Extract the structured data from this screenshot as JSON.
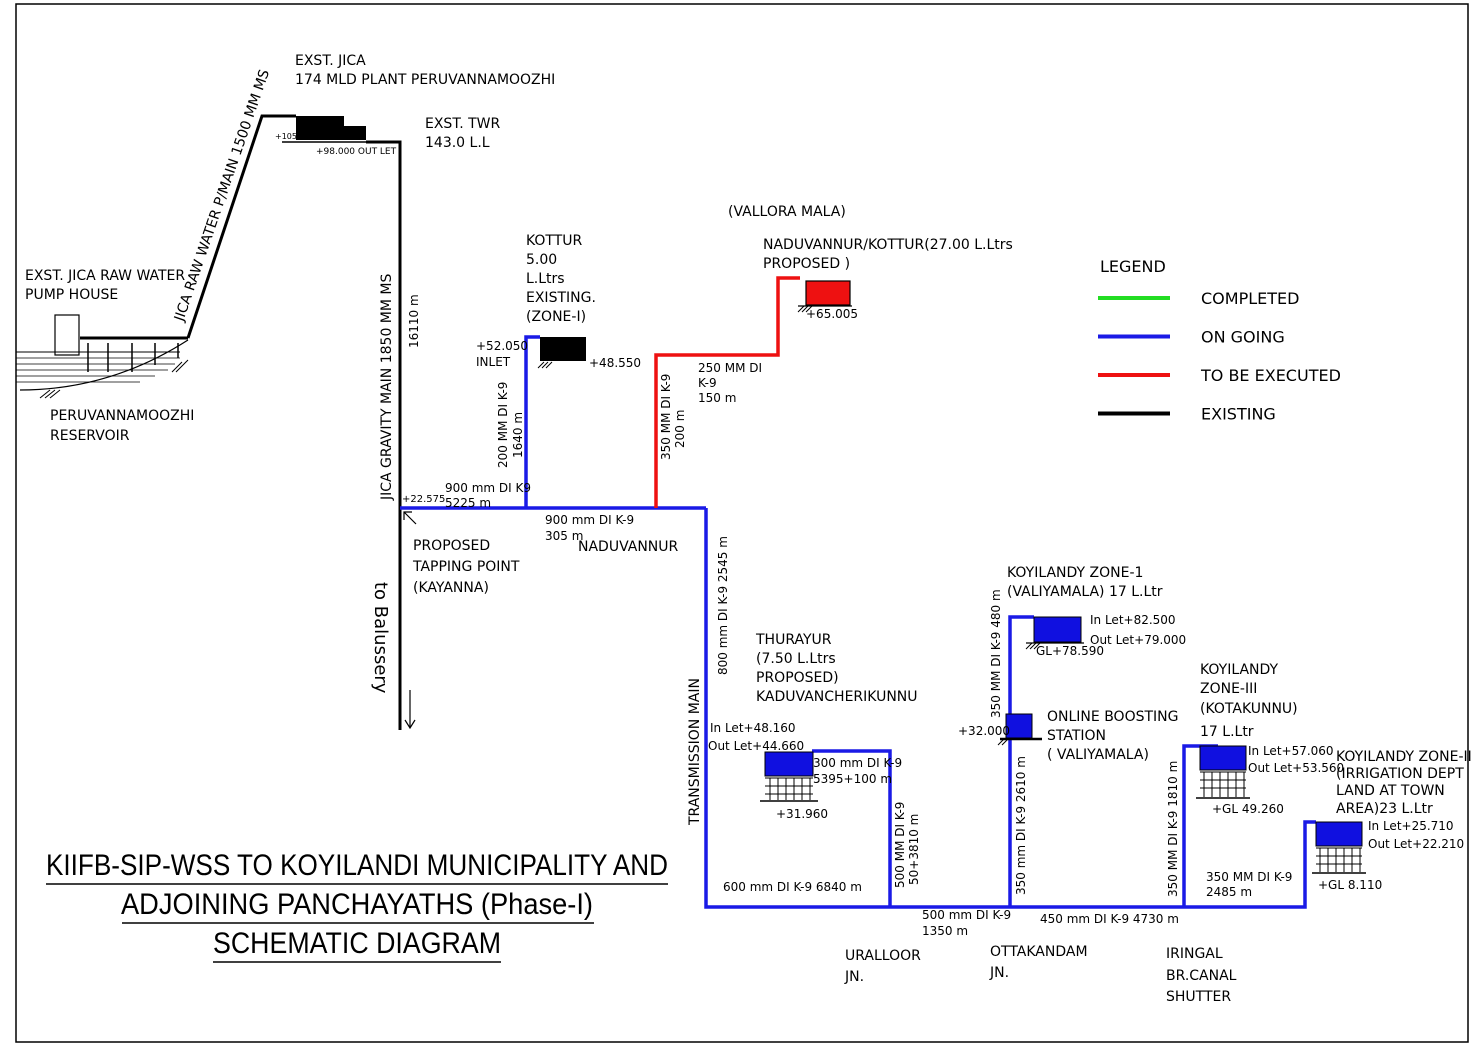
{
  "colors": {
    "completed": "#22dd22",
    "ongoing": "#1a1ae6",
    "to_be_executed": "#ee1111",
    "existing": "#000000",
    "tank_blue": "#1010e0",
    "tank_red": "#ee1111"
  },
  "legend": {
    "title": "LEGEND",
    "items": [
      {
        "label": "COMPLETED",
        "color": "#22dd22"
      },
      {
        "label": "ON GOING",
        "color": "#1a1ae6"
      },
      {
        "label": "TO BE EXECUTED",
        "color": "#ee1111"
      },
      {
        "label": "EXISTING",
        "color": "#000000"
      }
    ]
  },
  "title": {
    "line1": "KIIFB-SIP-WSS TO KOYILANDI MUNICIPALITY AND",
    "line2": "ADJOINING PANCHAYATHS (Phase-I)",
    "line3": "SCHEMATIC DIAGRAM"
  },
  "labels": {
    "jica_plant_1": "EXST. JICA",
    "jica_plant_2": "174 MLD PLANT PERUVANNAMOOZHI",
    "plus105": "+105",
    "outlet98": "+98.000 OUT LET",
    "twr_1": "EXST. TWR",
    "twr_2": "143.0 L.L",
    "raw_main": "JICA RAW WATER P/MAIN 1500 MM MS",
    "pump_1": "EXST. JICA RAW WATER",
    "pump_2": "PUMP HOUSE",
    "res_1": "PERUVANNAMOOZHI",
    "res_2": "RESERVOIR",
    "gravity_main": "JICA GRAVITY MAIN 1850 MM MS",
    "len16110": "16110 m",
    "to_balussery": "to Balussery",
    "lvl22575": "+22.575",
    "pipe900a_1": "900 mm DI K9",
    "pipe900a_2": "5225 m",
    "tap_1": "PROPOSED",
    "tap_2": "TAPPING POINT",
    "tap_3": "(KAYANNA)",
    "pipe900b_1": "900 mm DI K-9",
    "pipe900b_2": "305 m",
    "naduvannur": "NADUVANNUR",
    "kottur_1": "KOTTUR",
    "kottur_2": "5.00",
    "kottur_3": "L.Ltrs",
    "kottur_4": "EXISTING.",
    "kottur_5": "(ZONE-I)",
    "inlet52_1": "+52.050",
    "inlet52_2": "INLET",
    "lvl48550": "+48.550",
    "pipe200_1": "200 MM DI K-9",
    "pipe200_2": "1640 m",
    "vallora": "(VALLORA MALA)",
    "nadkot_1": "NADUVANNUR/KOTTUR(27.00 L.Ltrs",
    "nadkot_2": "PROPOSED )",
    "lvl65005": "+65.005",
    "pipe250_1": "250 MM DI",
    "pipe250_2": "K-9",
    "pipe250_3": "150 m",
    "pipe350a_1": "350 MM DI K-9",
    "pipe350a_2": "200 m",
    "pipe800": "800 mm DI K-9 2545 m",
    "transmission": "TRANSMISSION MAIN",
    "thur_1": "THURAYUR",
    "thur_2": "(7.50 L.Ltrs",
    "thur_3": "PROPOSED)",
    "thur_4": "KADUVANCHERIKUNNU",
    "thur_in": "In Let+48.160",
    "thur_out": "Out Let+44.660",
    "thur_gl": "+31.960",
    "pipe300_1": "300 mm DI K-9",
    "pipe300_2": "5395+100 m",
    "pipe500v_1": "500 MM DI K-9",
    "pipe500v_2": "50+3810 m",
    "pipe600": "600 mm DI K-9 6840 m",
    "pipe500h_1": "500 mm DI K-9",
    "pipe500h_2": "1350 m",
    "uralloor_1": "URALLOOR",
    "uralloor_2": "JN.",
    "ottakandam_1": "OTTAKANDAM",
    "ottakandam_2": "JN.",
    "iringal_1": "IRINGAL",
    "iringal_2": "BR.CANAL",
    "iringal_3": "SHUTTER",
    "pipe450": "450 mm DI K-9 4730 m",
    "kz1_1": "KOYILANDY ZONE-1",
    "kz1_2": "(VALIYAMALA) 17 L.Ltr",
    "kz1_in": "In Let+82.500",
    "kz1_out": "Out Let+79.000",
    "kz1_gl": "GL+78.590",
    "pipe350b": "350 MM DI K-9 480 m",
    "boost_1": "ONLINE BOOSTING",
    "boost_2": "STATION",
    "boost_3": "( VALIYAMALA)",
    "lvl32": "+32.000",
    "pipe350c": "350 mm DI K-9 2610 m",
    "pipe350d": "350 MM DI K-9 1810 m",
    "kz3_1": "KOYILANDY",
    "kz3_2": "ZONE-III",
    "kz3_3": "(KOTAKUNNU)",
    "kz3_4": "17 L.Ltr",
    "kz3_in": "In Let+57.060",
    "kz3_out": "Out Let+53.560",
    "kz3_gl": "+GL 49.260",
    "pipe350e_1": "350 MM DI K-9",
    "pipe350e_2": "2485 m",
    "kz2_1": "KOYILANDY ZONE-II",
    "kz2_2": "(IRRIGATION DEPT",
    "kz2_3": "LAND AT TOWN",
    "kz2_4": "AREA)23 L.Ltr",
    "kz2_in": "In Let+25.710",
    "kz2_out": "Out Let+22.210",
    "kz2_gl": "+GL 8.110"
  }
}
